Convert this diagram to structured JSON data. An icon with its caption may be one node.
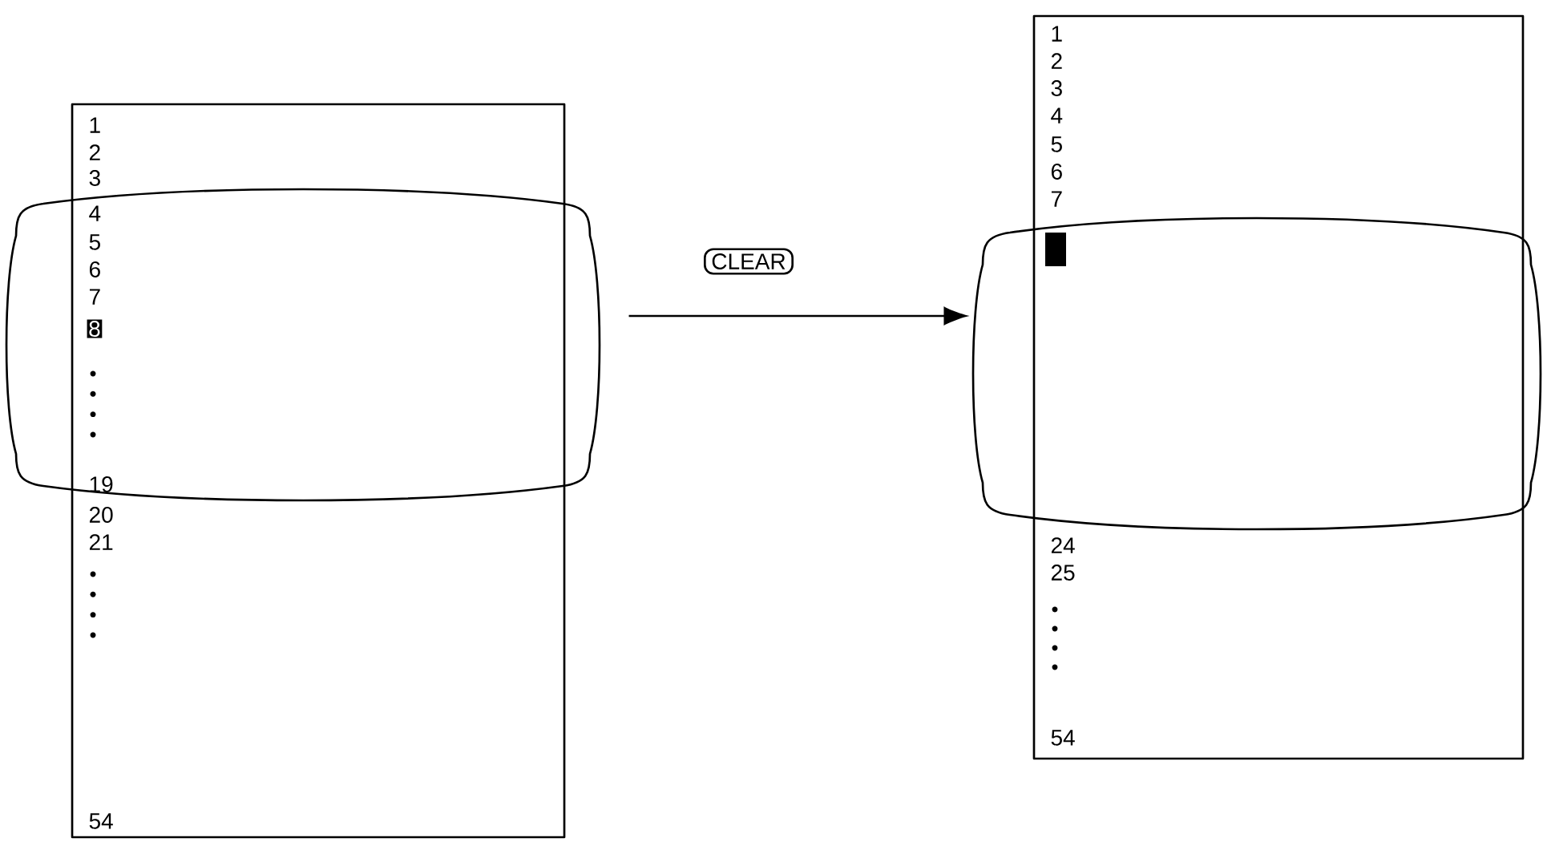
{
  "diagram": {
    "nodes": [
      {
        "text": [
          "1",
          "2",
          "3",
          "20",
          "21",
          "54"
        ]
      },
      {
        "text": [
          "4",
          "5",
          "6",
          "7",
          "8",
          "19"
        ]
      },
      {
        "text": [
          "1",
          "2",
          "3",
          "4",
          "5",
          "6",
          "7",
          "24",
          "25",
          "54"
        ]
      },
      {
        "text": [],
        "shape": "screen"
      }
    ],
    "edges": [
      {
        "from": 1,
        "to": 3,
        "arrow": "to",
        "label": "CLEAR"
      }
    ]
  }
}
